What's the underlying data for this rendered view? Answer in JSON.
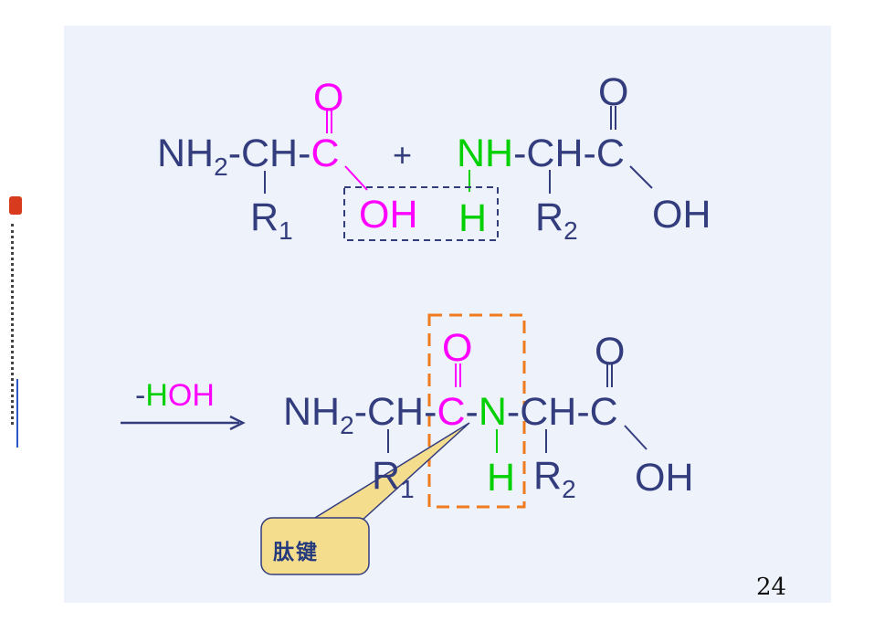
{
  "page_number": "24",
  "reaction": {
    "amino_group": "NH",
    "sub_2": "2",
    "ch": "-CH-",
    "c": "C",
    "o": "O",
    "r1": "R",
    "sub_1": "1",
    "oh": "OH",
    "plus": "+",
    "nh": "NH",
    "ch2": "-CH-C",
    "o2": "O",
    "h": "H",
    "r2": "R",
    "sub_r2": "2",
    "oh2": "OH"
  },
  "product": {
    "arrow_label_minus": "-",
    "arrow_label_h": "H",
    "arrow_label_oh": "OH",
    "nh2": "NH",
    "sub_2": "2",
    "ch": "-CH-",
    "c": "C",
    "dash": "-",
    "n": "N",
    "ch2": "-CH-C",
    "o_pep": "O",
    "o2": "O",
    "r1": "R",
    "sub_1": "1",
    "h": "H",
    "r2": "R",
    "sub_r2": "2",
    "oh": "OH"
  },
  "callout": {
    "label": "肽键"
  },
  "colors": {
    "navy": "#333d7e",
    "magenta": "#ff00ff",
    "green": "#00d000",
    "orange": "#f07a1e",
    "callout_fill": "#f5dd8e"
  }
}
